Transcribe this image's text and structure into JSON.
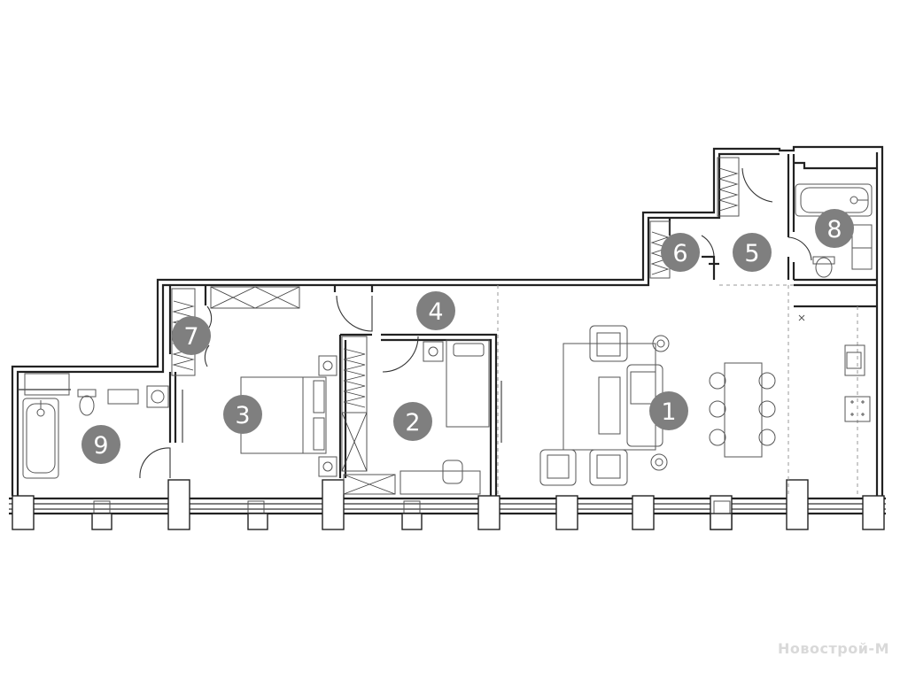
{
  "rooms": [
    {
      "number": "1"
    },
    {
      "number": "2"
    },
    {
      "number": "3"
    },
    {
      "number": "4"
    },
    {
      "number": "5"
    },
    {
      "number": "6"
    },
    {
      "number": "7"
    },
    {
      "number": "8"
    },
    {
      "number": "9"
    }
  ],
  "watermark": "Новострой-М"
}
